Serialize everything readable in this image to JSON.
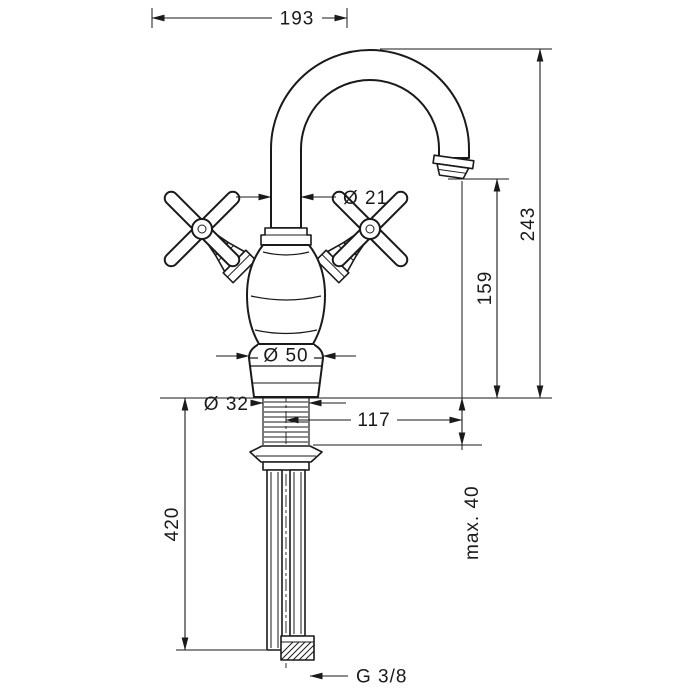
{
  "labels": {
    "top_width": "193",
    "spout_diameter": "Ø 21",
    "overall_height": "243",
    "outlet_height": "159",
    "base_diameter": "Ø 50",
    "shank_diameter": "Ø 32",
    "projection": "117",
    "hose_length": "420",
    "max_mounting_thickness": "max. 40",
    "connection_thread": "G 3/8"
  },
  "colors": {
    "line": "#1a1a1a",
    "background": "#ffffff"
  }
}
